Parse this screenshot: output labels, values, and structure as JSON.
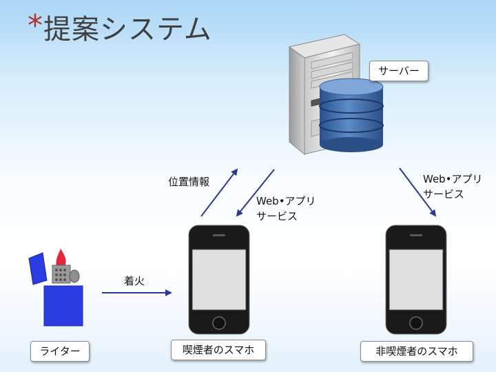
{
  "title": {
    "star": "*",
    "text": "提案システム"
  },
  "nodes": {
    "server": "サーバー",
    "lighter": "ライター",
    "smoker_phone": "喫煙者のスマホ",
    "nonsmoker_phone": "非喫煙者のスマホ"
  },
  "edges": {
    "ignition": "着火",
    "location": "位置情報",
    "web_app_1_line1": "Web•アプリ",
    "web_app_1_line2": "サービス",
    "web_app_2_line1": "Web•アプリ",
    "web_app_2_line2": "サービス"
  },
  "colors": {
    "arrow": "#2b3a8f",
    "title_star": "#b3312c",
    "lighter_body": "#2b3de0",
    "flame": "#e3263a",
    "db_blue": "#3c6aa8"
  },
  "icons": [
    "server-icon",
    "database-icon",
    "lighter-icon",
    "smartphone-icon"
  ]
}
